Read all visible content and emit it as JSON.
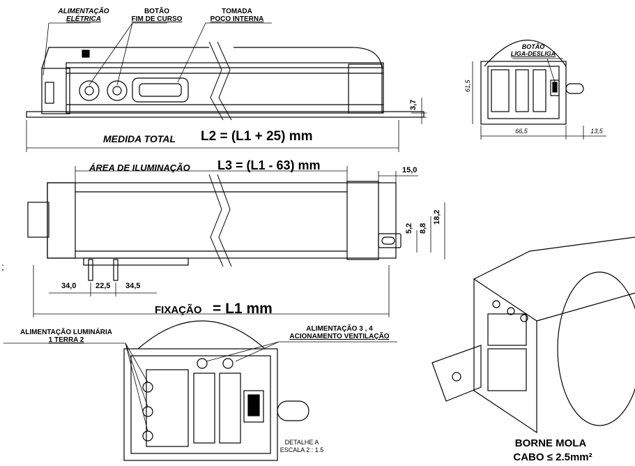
{
  "callouts": {
    "power_line1": "ALIMENTAÇÃO",
    "power_line2": "ELÉTRICA",
    "limit_line1": "BOTÃO",
    "limit_line2": "FIM DE CURSO",
    "socket_line1": "TOMADA",
    "socket_line2": "POÇO INTERNA",
    "onoff_line1": "BOTÃO",
    "onoff_line2": "LIGA-DESLIGA",
    "lum_line1": "ALIMENTAÇÃO LUMINÁRIA",
    "lum_line2": "1 TERRA 2",
    "vent_line1": "ALIMENTAÇÃO 3 , 4",
    "vent_line2": "ACIONAMENTO VENTILAÇÃO"
  },
  "dimensions": {
    "total_label": "MEDIDA TOTAL",
    "total_formula": "L2 = (L1 + 25) mm",
    "area_label": "ÁREA DE ILUMINAÇÃO",
    "area_formula": "L3 = (L1 - 63) mm",
    "fix_label": "FIXAÇÃO",
    "fix_formula": "= L1 mm",
    "d_3_7": "3,7",
    "d_61_5": "61,5",
    "d_66_5": "66,5",
    "d_13_5": "13,5",
    "d_15_0": "15,0",
    "d_5_2": "5,2",
    "d_8_8": "8,8",
    "d_18_2": "18,2",
    "d_34_0": "34,0",
    "d_22_5": "22,5",
    "d_34_5": "34,5"
  },
  "detail": {
    "line1": "DETALHE A",
    "line2": "ESCALA 2 : 1.5"
  },
  "terminal": {
    "line1": "BORNE MOLA",
    "line2": "CABO ≤ 2.5mm²"
  },
  "stray_mark": ";"
}
